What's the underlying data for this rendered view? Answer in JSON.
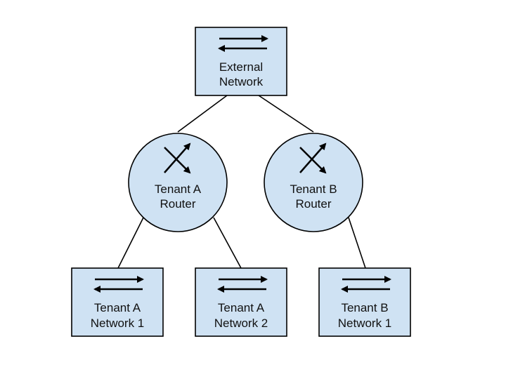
{
  "colors": {
    "node_fill": "#cfe2f3",
    "stroke": "#000000"
  },
  "nodes": {
    "external_network": {
      "line1": "External",
      "line2": "Network",
      "icon": "switch-arrows-icon"
    },
    "tenant_a_router": {
      "line1": "Tenant A",
      "line2": "Router",
      "icon": "router-cross-arrows-icon"
    },
    "tenant_b_router": {
      "line1": "Tenant B",
      "line2": "Router",
      "icon": "router-cross-arrows-icon"
    },
    "tenant_a_network_1": {
      "line1": "Tenant A",
      "line2": "Network 1",
      "icon": "switch-arrows-icon"
    },
    "tenant_a_network_2": {
      "line1": "Tenant A",
      "line2": "Network 2",
      "icon": "switch-arrows-icon"
    },
    "tenant_b_network_1": {
      "line1": "Tenant B",
      "line2": "Network 1",
      "icon": "switch-arrows-icon"
    }
  },
  "edges": [
    {
      "from": "External Network",
      "to": "Tenant A Router"
    },
    {
      "from": "External Network",
      "to": "Tenant B Router"
    },
    {
      "from": "Tenant A Router",
      "to": "Tenant A Network 1"
    },
    {
      "from": "Tenant A Router",
      "to": "Tenant A Network 2"
    },
    {
      "from": "Tenant B Router",
      "to": "Tenant B Network 1"
    }
  ]
}
